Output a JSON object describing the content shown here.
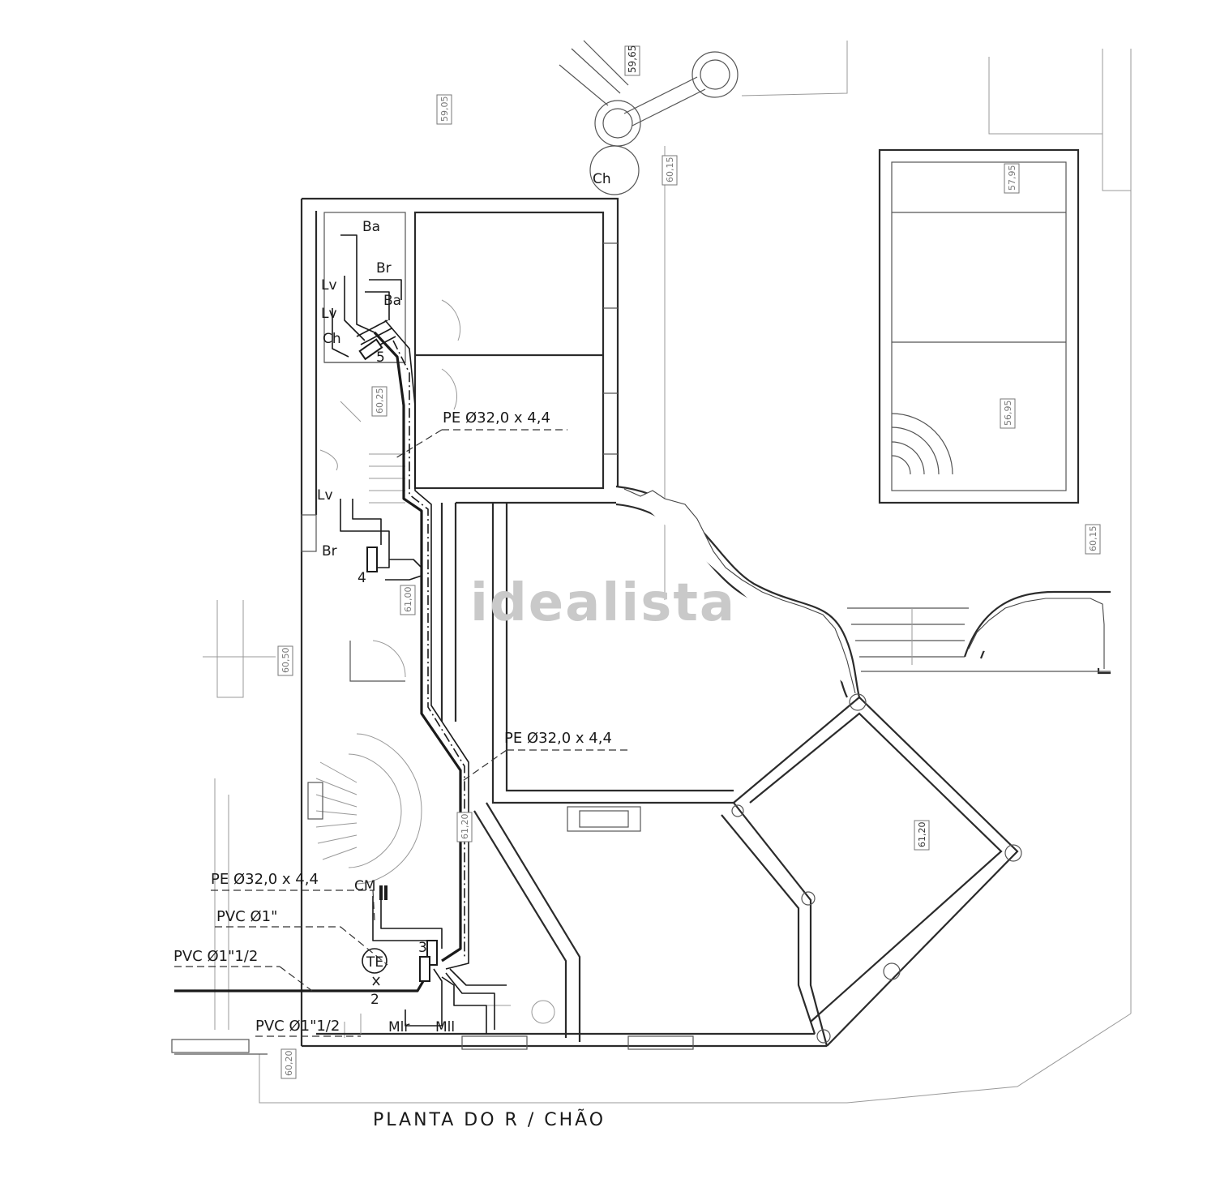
{
  "drawing": {
    "title": "PLANTA DO R / CHÃO",
    "watermark": "idealista"
  },
  "pipe_labels": {
    "pe_upper": "PE Ø32,0 x 4,4",
    "pe_middle": "PE Ø32,0 x 4,4",
    "pe_lower": "PE Ø32,0 x 4,4",
    "pvc_1": "PVC Ø1\"",
    "pvc_1_half_left": "PVC Ø1\"1/2",
    "pvc_1_half_bottom": "PVC Ø1\"1/2"
  },
  "fixtures": {
    "ch_garden": "Ch",
    "ba_1": "Ba",
    "br_1": "Br",
    "lv_1": "Lv",
    "ba_2": "Ba",
    "lv_2": "Lv",
    "ch_bath": "Ch",
    "lv_3": "Lv",
    "br_2": "Br",
    "cm": "CM",
    "te": "TE",
    "mlr": "Mlr",
    "mll": "Mll"
  },
  "nodes": {
    "n2": "2",
    "n3": "3",
    "n4": "4",
    "n5": "5"
  },
  "elevations": {
    "e1": "59,65",
    "e2": "59,05",
    "e3": "60,15",
    "e4": "57,95",
    "e5": "56,95",
    "e6": "60,15",
    "e7": "60,25",
    "e8": "61,00",
    "e9": "60,50",
    "e10": "61,20",
    "e11": "61,20",
    "e12": "60,20"
  }
}
